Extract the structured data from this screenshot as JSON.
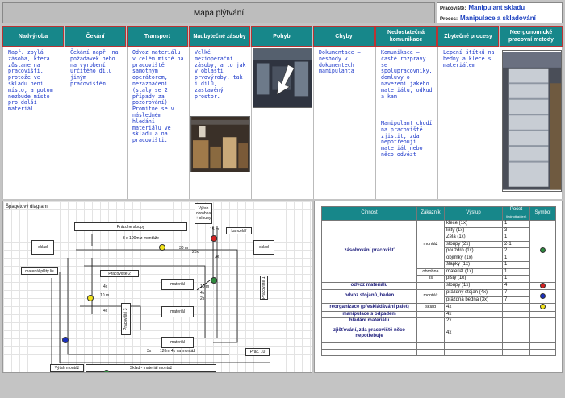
{
  "header": {
    "title": "Mapa plýtvání",
    "workplace_label": "Pracoviště:",
    "workplace_value": "Manipulant skladu",
    "process_label": "Proces:",
    "process_value": "Manipulace a skladování"
  },
  "waste_types": [
    {
      "title": "Nadvýroba",
      "text": "Např. zbylá zásoba, která zůstane na pracovišti, protože ve skladu není místo, a potom nezbude místo pro další materiál"
    },
    {
      "title": "Čekání",
      "text": "Čekání např. na požadavek nebo na vyrobení určitého dílu jiným pracovištěm"
    },
    {
      "title": "Transport",
      "text": "Odvoz materiálu v celém místě na pracoviště samotným operátorem, nezaznačení (staly se 2 případy za pozorování). Promítne se v následném hledání materiálu ve skladu a na pracovišti."
    },
    {
      "title": "Nadbytečné zásoby",
      "text": "Velké mezioperační zásoby, a to jak v oblasti prvovýroby, tak i dílů, zastavěný prostor."
    },
    {
      "title": "Pohyb",
      "text": ""
    },
    {
      "title": "Chyby",
      "text": "Dokumentace – neshody v dokumentech manipulanta"
    },
    {
      "title": "Nedostatečná komunikace",
      "text": "Komunikace – časté rozpravy se spolupracovníky, domluvy o navezení jakého materiálu, odkud a kam",
      "text2": "Manipulant chodí na pracoviště zjistit, zda nepotřebují materiál nebo něco odvézt"
    },
    {
      "title": "Zbytečné procesy",
      "text": "Lepení štítků na bedny a klece s materiálem"
    },
    {
      "title": "Neergonomické pracovní metody",
      "text": ""
    }
  ],
  "spaghetti": {
    "title": "Špagetový diagram",
    "labels": {
      "vytah_top": "Výtah obrobna + sloupy",
      "prazdne_sloupy": "Prázdne sloupy",
      "kancelar": "kancelář",
      "sklad_left": "sklad",
      "sklad_right": "sklad",
      "material_platy": "materiál plšty lis",
      "pracoviste2": "Pracoviště 2",
      "pracoviste3": "Pracoviště 3",
      "pracoviste1": "Pracoviště 1",
      "material1": "materiál",
      "material2": "materiál",
      "material3": "materiál",
      "prac10": "Prac. 10",
      "vytah_montaz": "Výtah montáž",
      "sklad_montaz": "Sklad - materiál montáž",
      "route1": "3 x 100m z montáže",
      "route2": "120m 4x na montáž",
      "n15": "15 m",
      "n30": "30 m",
      "n20": "20x",
      "n3x": "3x",
      "n4x": "4x",
      "n10m": "10 m",
      "n4x2": "4x",
      "n10": "10 m",
      "n4x3": "4x",
      "n2x": "2x",
      "n3x2": "3x"
    }
  },
  "table": {
    "headers": [
      "Činnost",
      "Zákazník",
      "Výstup",
      "Počet",
      "Symbol"
    ],
    "count_sub": "(jednotka/den)",
    "rows": [
      {
        "activity": "zásobování pracovišť",
        "customer": "montáž",
        "output": "klece (1x)",
        "count": "1"
      },
      {
        "activity": "",
        "customer": "",
        "output": "lišty (1x)",
        "count": "3"
      },
      {
        "activity": "",
        "customer": "",
        "output": "Zela (1x)",
        "count": "1"
      },
      {
        "activity": "",
        "customer": "",
        "output": "sloupy (2x)",
        "count": "2-1"
      },
      {
        "activity": "",
        "customer": "",
        "output": "pouzdro (1x)",
        "count": "2"
      },
      {
        "activity": "",
        "customer": "",
        "output": "objímky (1x)",
        "count": "1"
      },
      {
        "activity": "",
        "customer": "",
        "output": "šlapky (1x)",
        "count": "1"
      },
      {
        "activity": "",
        "customer": "obrobna",
        "output": "materiál (1x)",
        "count": "1"
      },
      {
        "activity": "",
        "customer": "lis",
        "output": "plšty (1x)",
        "count": "1"
      },
      {
        "activity": "odvoz materiálu",
        "customer": "",
        "output": "sloupy (1x)",
        "count": "4"
      },
      {
        "activity": "odvoz stojanů, beden",
        "customer": "montáž",
        "output": "prázdný stojan (4x)",
        "count": "7"
      },
      {
        "activity": "",
        "customer": "",
        "output": "prázdná bedna (3x)",
        "count": "7"
      },
      {
        "activity": "reorganizace (přeskládávání palet)",
        "customer": "sklad",
        "output": "4x",
        "count": ""
      },
      {
        "activity": "manipulace s odpadem",
        "customer": "",
        "output": "4x",
        "count": ""
      },
      {
        "activity": "hledání materiálu",
        "customer": "",
        "output": "2x",
        "count": ""
      },
      {
        "activity": "zjišťování, zda pracoviště něco nepotřebuje",
        "customer": "",
        "output": "4x",
        "count": ""
      }
    ],
    "symbol_colors": {
      "green": "#2e8b3e",
      "red": "#d42020",
      "blue": "#1a2fbf",
      "yellow": "#f2e31a"
    }
  }
}
